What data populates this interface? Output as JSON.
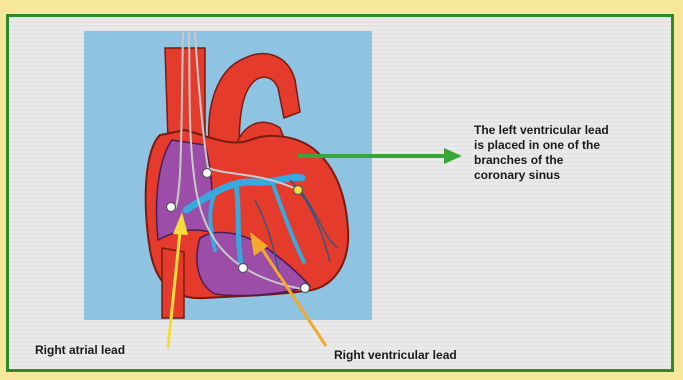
{
  "colors": {
    "outer_bg": "#f7e79a",
    "frame_border": "#2f8a2c",
    "panel_bg": "#e9e9e9",
    "image_bg": "#8fc3e2",
    "heart_red": "#e53b2c",
    "atrium_purple": "#9b4da8",
    "vessel_blue": "#37a9dd",
    "arrow_green": "#3aa63a",
    "arrow_yellow": "#f3dd3c",
    "arrow_orange": "#f2a92c"
  },
  "icons": [
    "heart-illustration",
    "green-arrow-icon",
    "yellow-arrow-icon",
    "orange-arrow-icon"
  ],
  "labels": {
    "left_ventricular": "The left ventricular lead\nis placed in one of the\nbranches of the\ncoronary sinus",
    "right_atrial": "Right atrial lead",
    "right_ventricular": "Right ventricular lead"
  }
}
